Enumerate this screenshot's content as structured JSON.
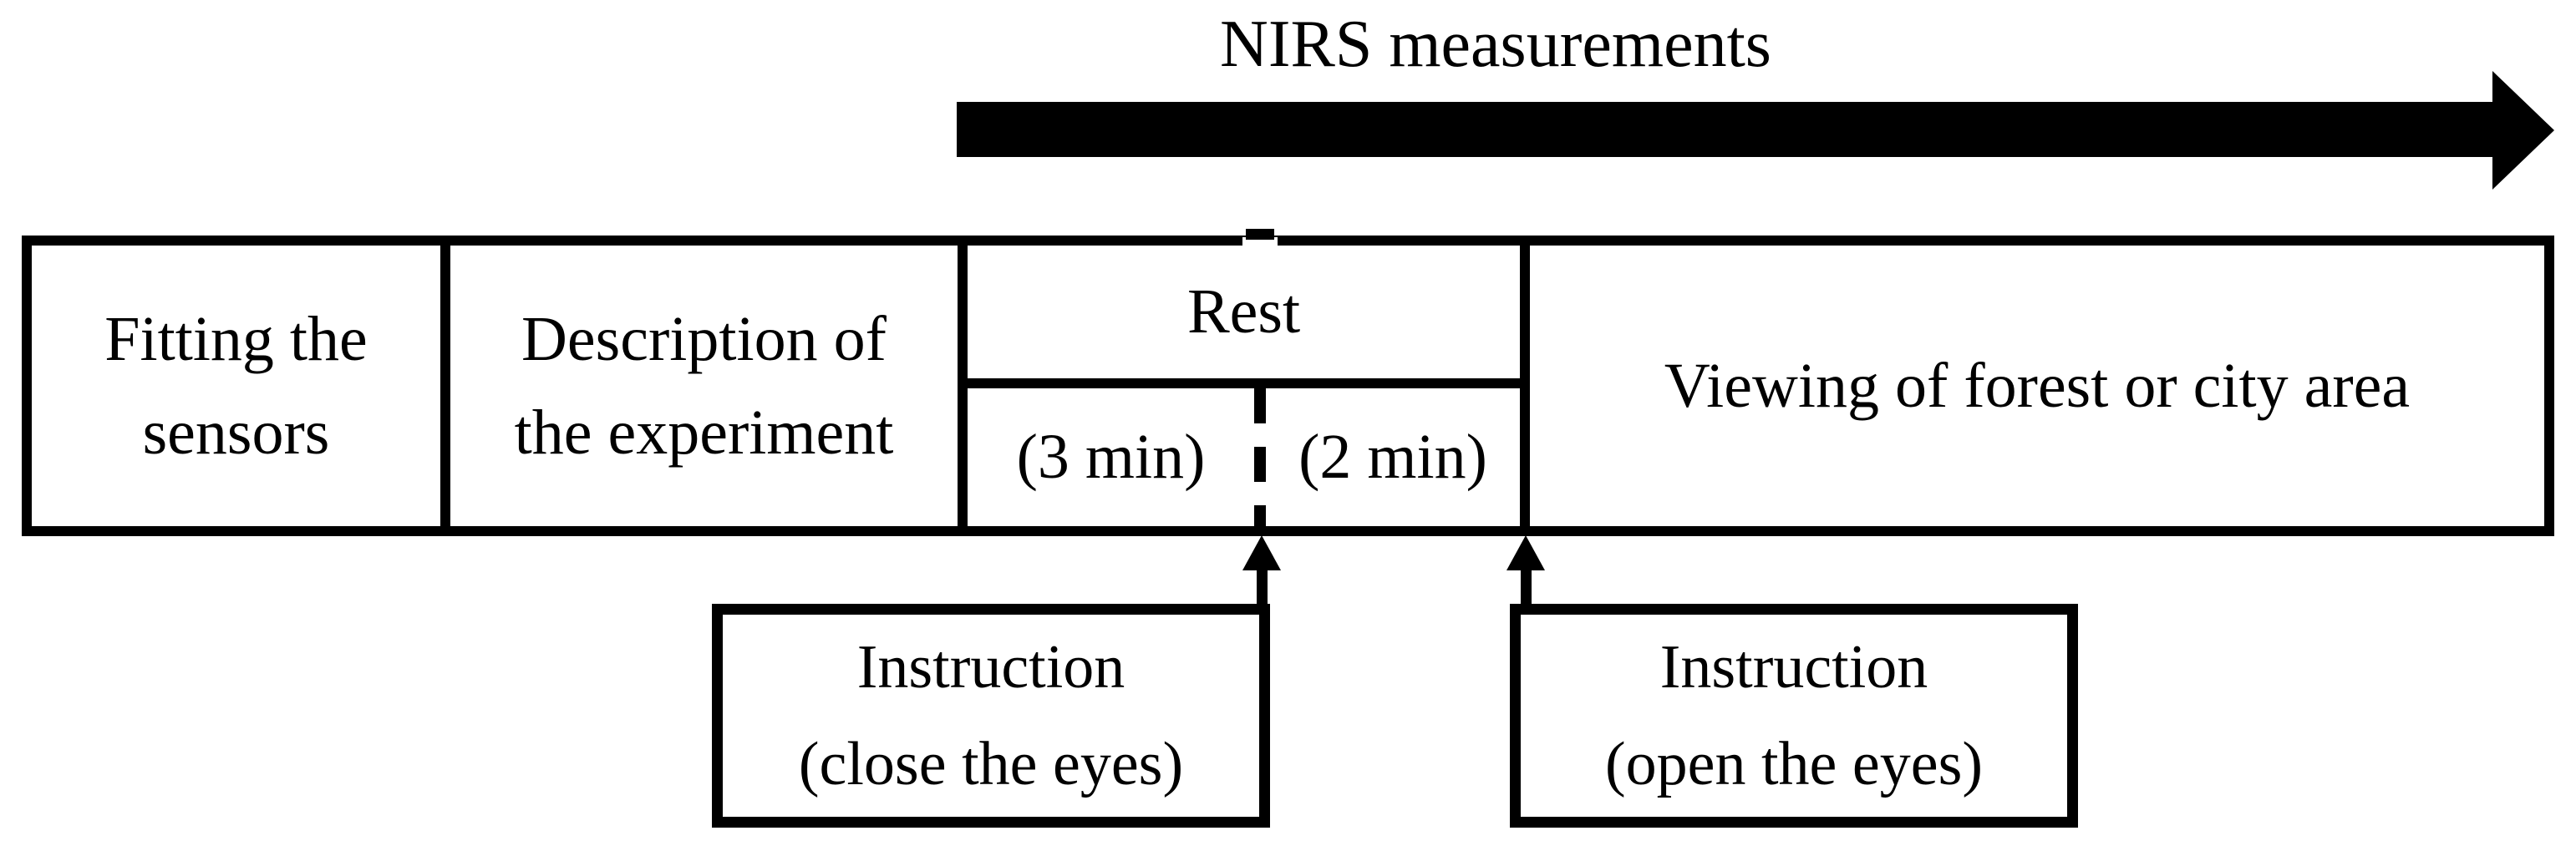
{
  "header": {
    "nirs_label": "NIRS measurements"
  },
  "timeline": {
    "fitting_line1": "Fitting the",
    "fitting_line2": "sensors",
    "description_line1": "Description of",
    "description_line2": "the experiment",
    "rest_label": "Rest",
    "rest_duration_1": "(3 min)",
    "rest_duration_2": "(2 min)",
    "viewing_label": "Viewing of forest or city area"
  },
  "instruction_close": {
    "line1": "Instruction",
    "line2": "(close the eyes)"
  },
  "instruction_open": {
    "line1": "Instruction",
    "line2": "(open the eyes)"
  },
  "colors": {
    "ink": "#000000",
    "background": "#ffffff"
  }
}
